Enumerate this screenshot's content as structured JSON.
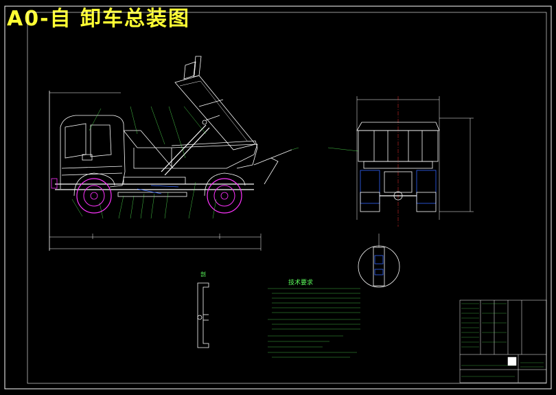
{
  "title": "A0-自 卸车总装图",
  "section_label": "剖",
  "tech_requirements": {
    "heading": "技术要求"
  },
  "colors": {
    "background": "#000000",
    "frame": "#ffffff",
    "title": "#ffff33",
    "annotation": "#5cff5c",
    "wheel": "#ff33ff",
    "detail": "#3366ff"
  }
}
